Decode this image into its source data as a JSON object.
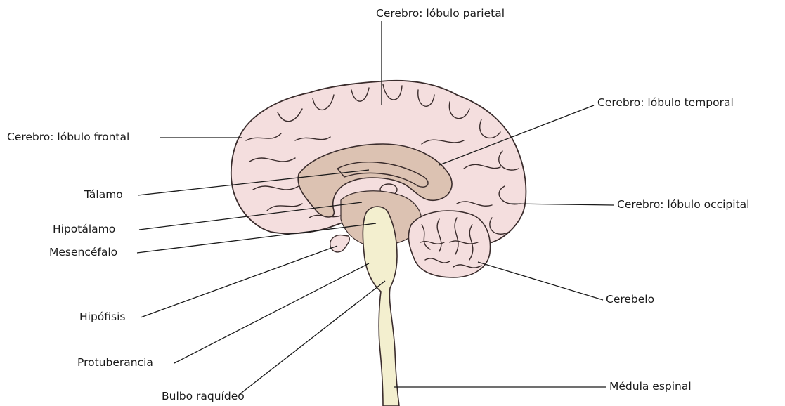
{
  "labels": {
    "parietal": "Cerebro: lóbulo parietal",
    "temporal": "Cerebro: lóbulo temporal",
    "frontal": "Cerebro: lóbulo frontal",
    "occipital": "Cerebro: lóbulo occipital",
    "talamo": "Tálamo",
    "hipotalamo": "Hipotálamo",
    "mesencefalo": "Mesencéfalo",
    "hipofisis": "Hipófisis",
    "protuberancia": "Protuberancia",
    "bulbo": "Bulbo raquídeo",
    "cerebelo": "Cerebelo",
    "medula": "Médula espinal"
  },
  "colors": {
    "cortex": "#f4dede",
    "inner": "#dcc2b2",
    "brainstem": "#f3efcf",
    "cerebellum": "#f4dede",
    "outline": "#3a2c2c"
  }
}
